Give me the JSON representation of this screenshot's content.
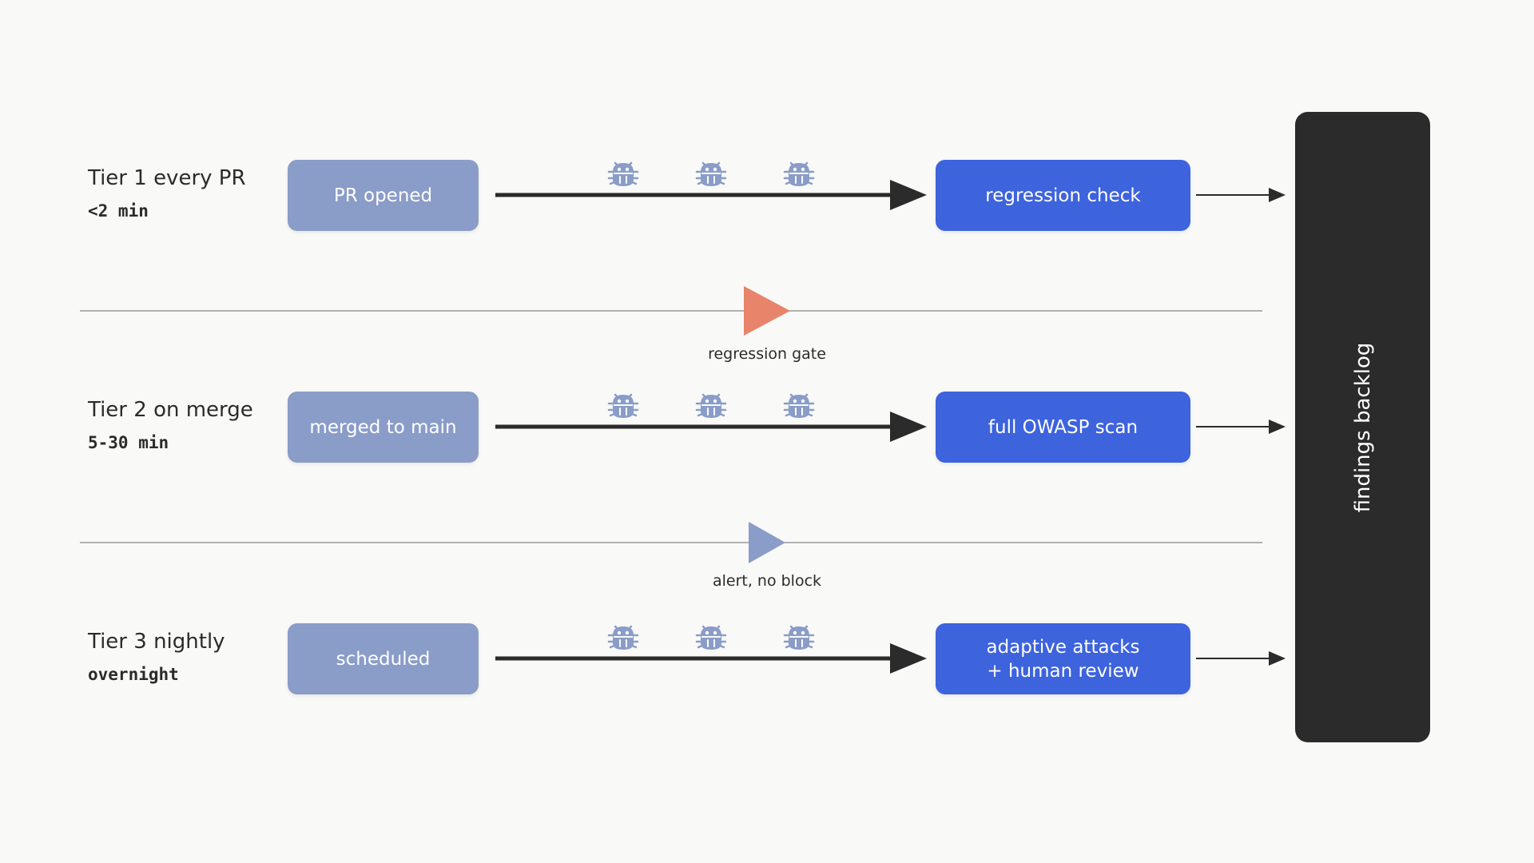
{
  "tiers": [
    {
      "name": "Tier 1 every PR",
      "time": "<2 min",
      "trigger": "PR opened",
      "stage": "regression check"
    },
    {
      "name": "Tier 2 on merge",
      "time": "5-30 min",
      "trigger": "merged to main",
      "stage": "full OWASP scan"
    },
    {
      "name": "Tier 3 nightly",
      "time": "overnight",
      "trigger": "scheduled",
      "stage": "adaptive attacks\n+ human review"
    }
  ],
  "gates": [
    {
      "label": "regression gate",
      "color": "#e8846a"
    },
    {
      "label": "alert, no block",
      "color": "#8a9cc8"
    }
  ],
  "backlog": {
    "label": "findings backlog"
  },
  "icons": {
    "probe": "bug-icon"
  },
  "colors": {
    "background": "#f9f9f7",
    "trigger": "#8a9cc8",
    "stage": "#3d63dd",
    "backlog": "#2b2b2b",
    "arrow": "#2b2b2b",
    "gate_line": "#999999",
    "bug": "#8a9cc8"
  }
}
